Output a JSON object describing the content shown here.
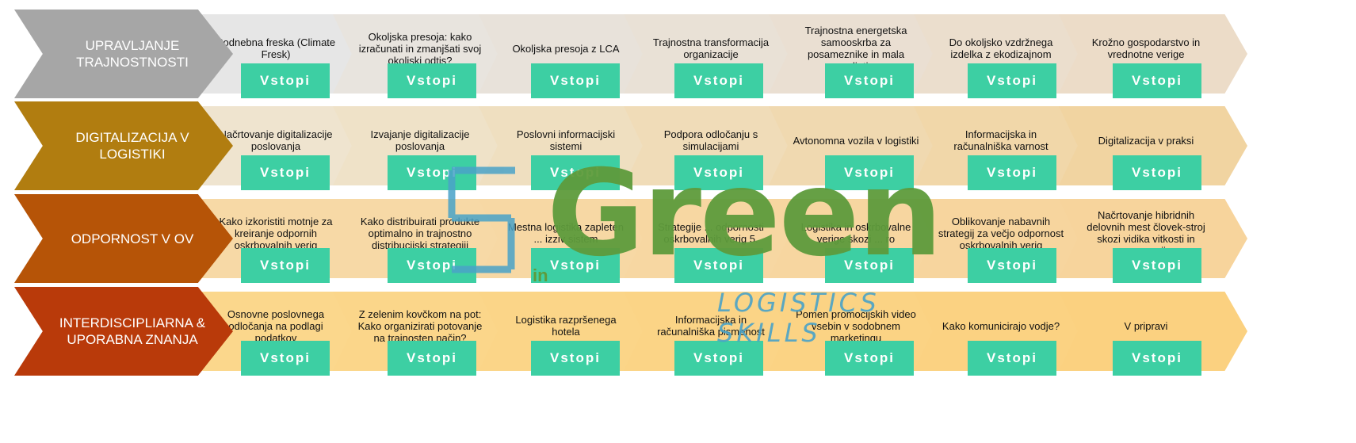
{
  "colors": {
    "button": "#3dcfa3",
    "row1_label": "#a6a6a6",
    "row2_label": "#b17d10",
    "row3_label": "#b65407",
    "row4_label": "#b93a0a",
    "logo_green": "#5e9b3c",
    "logo_blue": "#4aa3c8"
  },
  "rows": [
    {
      "label": "UPRAVLJANJE TRAJNOSTNOSTI",
      "items": [
        {
          "text": "Podnebna freska (Climate Fresk)",
          "button": "Vstopi"
        },
        {
          "text": "Okoljska presoja: kako izračunati in zmanjšati svoj okoljski odtis?",
          "button": "Vstopi"
        },
        {
          "text": "Okoljska presoja z LCA",
          "button": "Vstopi"
        },
        {
          "text": "Trajnostna transformacija organizacije",
          "button": "Vstopi"
        },
        {
          "text": "Trajnostna energetska samooskrba za posameznike in mala podjetja",
          "button": "Vstopi"
        },
        {
          "text": "Do okoljsko vzdržnega izdelka z ekodizajnom",
          "button": "Vstopi"
        },
        {
          "text": "Krožno gospodarstvo in vrednotne verige",
          "button": "Vstopi"
        }
      ]
    },
    {
      "label": "DIGITALIZACIJA V LOGISTIKI",
      "items": [
        {
          "text": "Načrtovanje digitalizacije poslovanja",
          "button": "Vstopi"
        },
        {
          "text": "Izvajanje digitalizacije poslovanja",
          "button": "Vstopi"
        },
        {
          "text": "Poslovni informacijski sistemi",
          "button": "Vstopi"
        },
        {
          "text": "Podpora odločanju s simulacijami",
          "button": "Vstopi"
        },
        {
          "text": "Avtonomna vozila v logistiki",
          "button": "Vstopi"
        },
        {
          "text": "Informacijska in računalniška varnost",
          "button": "Vstopi"
        },
        {
          "text": "Digitalizacija v praksi",
          "button": "Vstopi"
        }
      ]
    },
    {
      "label": "ODPORNOST V OV",
      "items": [
        {
          "text": "Kako izkoristiti motnje za kreiranje odpornih oskrbovalnih verig",
          "button": "Vstopi"
        },
        {
          "text": "Kako distribuirati produkte optimalno in trajnostno distribucijski strategiji",
          "button": "Vstopi"
        },
        {
          "text": "Mestna logistika zapleten ... izziv sistem",
          "button": "Vstopi"
        },
        {
          "text": "Strategije ... odpornosti oskrbovalnih verig 5.",
          "button": "Vstopi"
        },
        {
          "text": "Logistika in oskrbovalne verige skozi ... ro",
          "button": "Vstopi"
        },
        {
          "text": "Oblikovanje nabavnih strategij za večjo odpornost oskrbovalnih verig",
          "button": "Vstopi"
        },
        {
          "text": "Načrtovanje hibridnih delovnih mest človek-stroj skozi vidika vitkosti in ergonomije",
          "button": "Vstopi"
        }
      ]
    },
    {
      "label": "INTERDISCIPLIARNA & UPORABNA ZNANJA",
      "items": [
        {
          "text": "Osnovne poslovnega odločanja na podlagi podatkov",
          "button": "Vstopi"
        },
        {
          "text": "Z zelenim kovčkom na pot: Kako organizirati potovanje na trajnosten način?",
          "button": "Vstopi"
        },
        {
          "text": "Logistika razpršenega hotela",
          "button": "Vstopi"
        },
        {
          "text": "Informacijska in računalniška pismenost",
          "button": "Vstopi"
        },
        {
          "text": "Pomen promocijskih video vsebin v sodobnem marketingu",
          "button": "Vstopi"
        },
        {
          "text": "Kako komunicirajo vodje?",
          "button": "Vstopi"
        },
        {
          "text": "V pripravi",
          "button": "Vstopi"
        }
      ]
    }
  ],
  "logo": {
    "word": "Green",
    "prefix": "in",
    "subtitle": "LOGISTICS SKILLS"
  }
}
